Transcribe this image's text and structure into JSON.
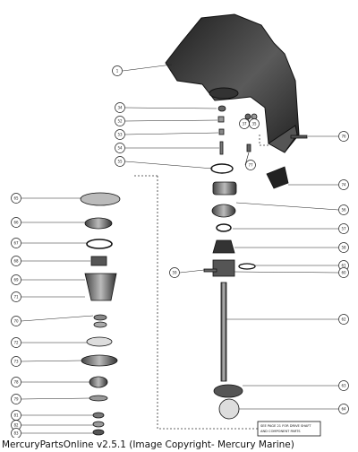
{
  "diagram": {
    "note_lines": [
      "SEE PAGE 21 FOR DRIVE SHAFT",
      "AND COMPONENT PARTS"
    ],
    "callouts": [
      {
        "id": "c1",
        "label": "1"
      },
      {
        "id": "c34",
        "label": "34"
      },
      {
        "id": "c52",
        "label": "52"
      },
      {
        "id": "c53",
        "label": "53"
      },
      {
        "id": "c54",
        "label": "54"
      },
      {
        "id": "c55",
        "label": "55"
      },
      {
        "id": "c37",
        "label": "37"
      },
      {
        "id": "c35",
        "label": "35"
      },
      {
        "id": "c76",
        "label": "76"
      },
      {
        "id": "c77",
        "label": "77"
      },
      {
        "id": "c74",
        "label": "74"
      },
      {
        "id": "c65",
        "label": "65"
      },
      {
        "id": "c66",
        "label": "66"
      },
      {
        "id": "c67",
        "label": "67"
      },
      {
        "id": "c68",
        "label": "68"
      },
      {
        "id": "c69",
        "label": "69"
      },
      {
        "id": "c71",
        "label": "71"
      },
      {
        "id": "c70",
        "label": "70"
      },
      {
        "id": "c72",
        "label": "72"
      },
      {
        "id": "c73",
        "label": "73"
      },
      {
        "id": "c78",
        "label": "78"
      },
      {
        "id": "c79",
        "label": "79"
      },
      {
        "id": "c81",
        "label": "81"
      },
      {
        "id": "c82",
        "label": "82"
      },
      {
        "id": "c83",
        "label": "83"
      },
      {
        "id": "c56",
        "label": "56"
      },
      {
        "id": "c57",
        "label": "57"
      },
      {
        "id": "c58",
        "label": "58"
      },
      {
        "id": "c61",
        "label": "61"
      },
      {
        "id": "c60",
        "label": "60"
      },
      {
        "id": "c59",
        "label": "59"
      },
      {
        "id": "c62",
        "label": "62"
      },
      {
        "id": "c63",
        "label": "63"
      },
      {
        "id": "c64",
        "label": "64"
      }
    ]
  },
  "caption": "MercuryPartsOnline v2.5.1 (Image Copyright- Mercury Marine)"
}
